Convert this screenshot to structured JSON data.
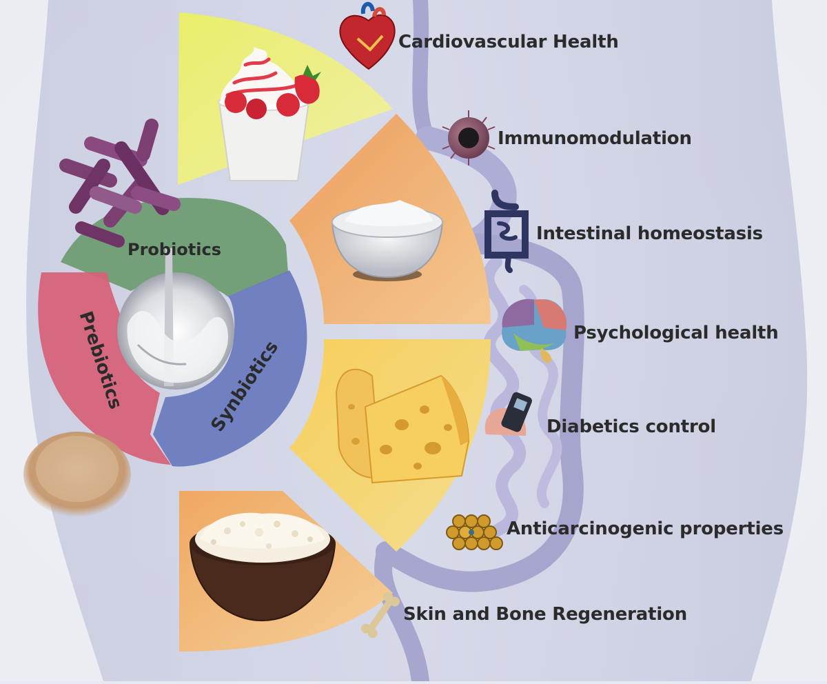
{
  "segments": {
    "probiotics": "Probiotics",
    "prebiotics": "Prebiotics",
    "synbiotics": "Synbiotics"
  },
  "benefits": [
    {
      "label": "Cardiovascular Health",
      "icon": "heart-icon"
    },
    {
      "label": "Immunomodulation",
      "icon": "immune-cell-icon"
    },
    {
      "label": "Intestinal homeostasis",
      "icon": "intestine-icon"
    },
    {
      "label": "Psychological health",
      "icon": "brain-icon"
    },
    {
      "label": "Diabetics control",
      "icon": "glucometer-icon"
    },
    {
      "label": "Anticarcinogenic properties",
      "icon": "cell-cluster-icon"
    },
    {
      "label": "Skin and Bone Regeneration",
      "icon": "bone-icon"
    }
  ],
  "foods": [
    "frozen-yogurt",
    "yogurt",
    "cheese",
    "cottage-cheese"
  ],
  "colors": {
    "probiotics": "#6f9e74",
    "prebiotics": "#d5657d",
    "synbiotics": "#6c7cc0",
    "frozen_yogurt_sector": "#e6ec70",
    "yogurt_sector": "#eeab6a",
    "cheese_sector": "#f3c65c",
    "cottage_sector": "#f0b46a",
    "text": "#2b2b2b"
  }
}
